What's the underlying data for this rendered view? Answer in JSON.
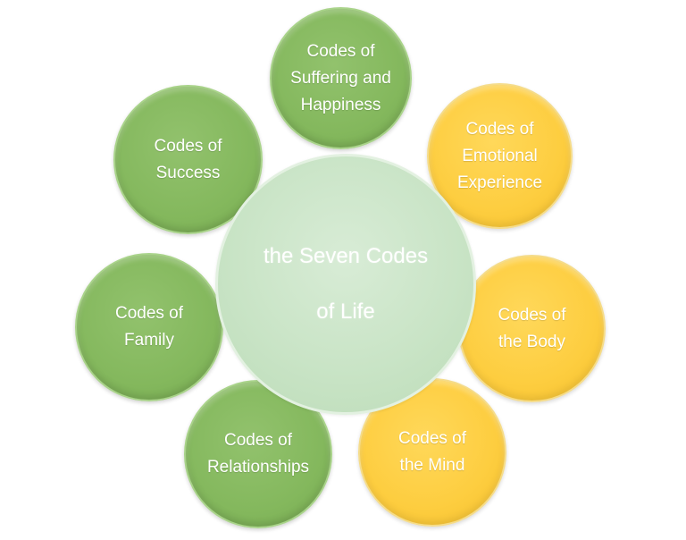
{
  "center": {
    "line1": "the Seven Codes",
    "line2": "of Life"
  },
  "nodes": {
    "suffering": {
      "line1": "Codes of",
      "line2": "Suffering and",
      "line3": "Happiness",
      "color": "green"
    },
    "success": {
      "line1": "Codes of",
      "line2": "Success",
      "color": "green"
    },
    "emotional": {
      "line1": "Codes of",
      "line2": "Emotional",
      "line3": "Experience",
      "color": "yellow"
    },
    "family": {
      "line1": "Codes of",
      "line2": "Family",
      "color": "green"
    },
    "body": {
      "line1": "Codes of",
      "line2": "the Body",
      "color": "yellow"
    },
    "relationships": {
      "line1": "Codes of",
      "line2": "Relationships",
      "color": "green"
    },
    "mind": {
      "line1": "Codes of",
      "line2": "the Mind",
      "color": "yellow"
    }
  },
  "colors": {
    "green": "#84b85d",
    "yellow": "#fdcd3f",
    "center": "#c9e4c6",
    "text": "#ffffff"
  }
}
